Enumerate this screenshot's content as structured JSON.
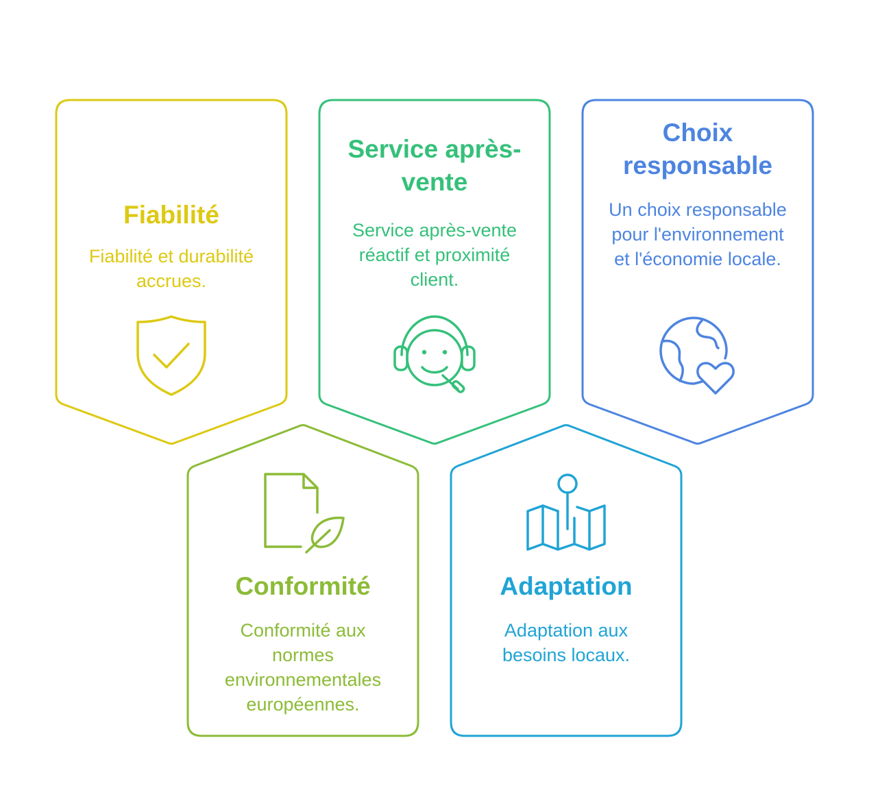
{
  "colors": {
    "fiabilite": "#DDC913",
    "service": "#35C07A",
    "choix": "#4D84E0",
    "conformite": "#8CBB37",
    "adaptation": "#20A4D5"
  },
  "cards": [
    {
      "title": "Fiabilité",
      "description": "Fiabilité et durabilité accrues.",
      "icon": "shield-check-icon"
    },
    {
      "title": "Service après-vente",
      "description": "Service après-vente réactif et proximité client.",
      "icon": "support-agent-icon"
    },
    {
      "title": "Choix responsable",
      "description": "Un choix responsable pour l'environnement et l'économie locale.",
      "icon": "globe-heart-icon"
    },
    {
      "title": "Conformité",
      "description": "Conformité aux normes environnementales européennes.",
      "icon": "document-leaf-icon"
    },
    {
      "title": "Adaptation",
      "description": "Adaptation aux besoins locaux.",
      "icon": "map-pin-icon"
    }
  ]
}
